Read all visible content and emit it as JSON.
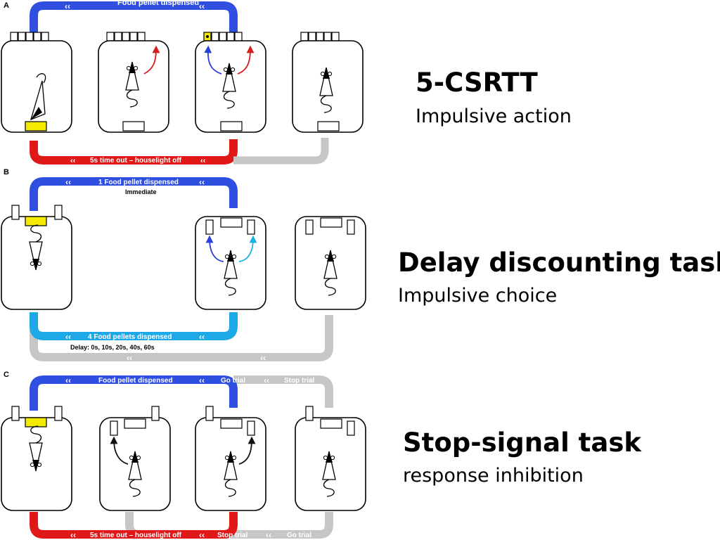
{
  "colors": {
    "reward_blue": "#2f4fe0",
    "punish_red": "#e01818",
    "delay_cyan": "#1ea8e8",
    "neutral_gray": "#c6c6c6",
    "light_yellow": "#f4ea00",
    "arrow_red": "#d62020",
    "arrow_blue": "#2b3fd8",
    "arrow_cyan": "#1ab3e0"
  },
  "panels": [
    {
      "letter": "A",
      "title": "5-CSRTT",
      "subtitle": "Impulsive action",
      "banners": {
        "top_blue": "Food pellet dispensed",
        "bottom_red": "5s time out – houselight off"
      }
    },
    {
      "letter": "B",
      "title": "Delay discounting task",
      "subtitle": "Impulsive choice",
      "banners": {
        "top_blue": "1 Food pellet dispensed",
        "top_note": "Immediate",
        "bottom_cyan": "4 Food pellets dispensed",
        "bottom_note": "Delay: 0s, 10s, 20s, 40s, 60s"
      }
    },
    {
      "letter": "C",
      "title": "Stop-signal task",
      "subtitle": "response inhibition",
      "banners": {
        "top_blue": "Food pellet dispensed",
        "top_go": "Go trial",
        "top_stop": "Stop trial",
        "bottom_red": "5s time out – houselight off",
        "bottom_stop": "Stop trial",
        "bottom_go": "Go trial"
      }
    }
  ]
}
